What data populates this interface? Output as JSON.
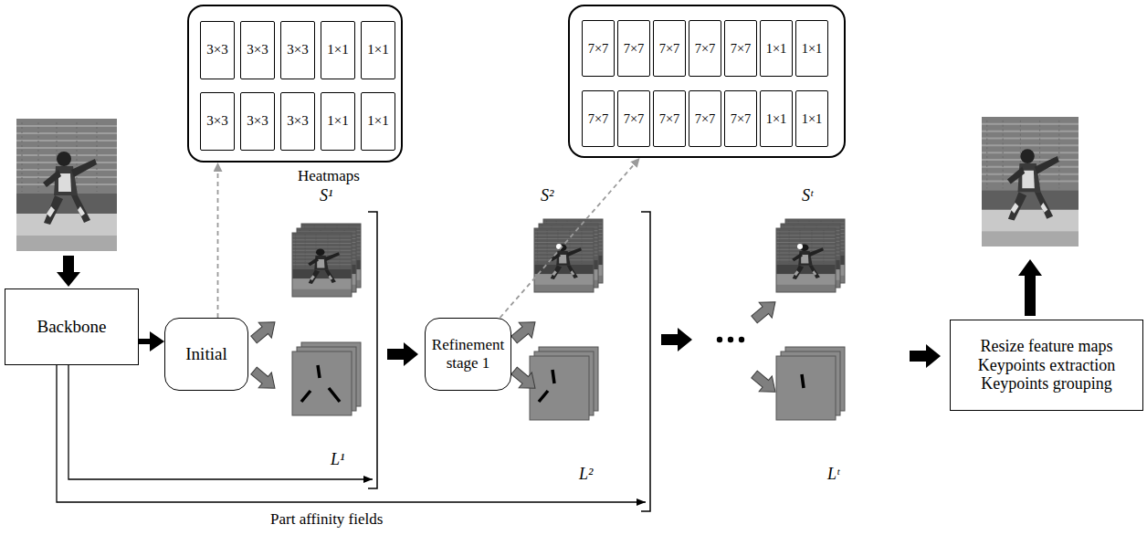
{
  "diagram": {
    "nodes": [
      {
        "text": []
      },
      {
        "text": [
          "3×3"
        ],
        "in": 0
      },
      {
        "text": [
          "3×3"
        ],
        "in": 0
      },
      {
        "text": [
          "3×3"
        ],
        "in": 0
      },
      {
        "text": [
          "1×1"
        ],
        "in": 0
      },
      {
        "text": [
          "1×1"
        ],
        "in": 0
      },
      {
        "text": [
          "3×3"
        ],
        "in": 0
      },
      {
        "text": [
          "3×3"
        ],
        "in": 0
      },
      {
        "text": [
          "3×3"
        ],
        "in": 0
      },
      {
        "text": [
          "1×1"
        ],
        "in": 0
      },
      {
        "text": [
          "1×1"
        ],
        "in": 0
      },
      {
        "text": []
      },
      {
        "text": [
          "7×7"
        ],
        "in": 11
      },
      {
        "text": [
          "7×7"
        ],
        "in": 11
      },
      {
        "text": [
          "7×7"
        ],
        "in": 11
      },
      {
        "text": [
          "7×7"
        ],
        "in": 11
      },
      {
        "text": [
          "7×7"
        ],
        "in": 11
      },
      {
        "text": [
          "1×1"
        ],
        "in": 11
      },
      {
        "text": [
          "1×1"
        ],
        "in": 11
      },
      {
        "text": [
          "7×7"
        ],
        "in": 11
      },
      {
        "text": [
          "7×7"
        ],
        "in": 11
      },
      {
        "text": [
          "7×7"
        ],
        "in": 11
      },
      {
        "text": [
          "7×7"
        ],
        "in": 11
      },
      {
        "text": [
          "7×7"
        ],
        "in": 11
      },
      {
        "text": [
          "1×1"
        ],
        "in": 11
      },
      {
        "text": [
          "1×1"
        ],
        "in": 11
      },
      {
        "text": [
          "Backbone"
        ]
      },
      {
        "text": [
          "Initial"
        ]
      },
      {
        "text": [
          "Refinement stage 1"
        ]
      },
      {
        "text": [
          "Resize feature maps",
          "Keypoints extraction",
          "Keypoints grouping"
        ]
      }
    ],
    "edges": [
      {
        "from": 26,
        "to": 27,
        "arrow": "to"
      },
      {
        "from": 27,
        "to": 0,
        "arrow": "to"
      },
      {
        "from": 28,
        "to": 11,
        "arrow": "to"
      }
    ],
    "labels": [
      "Heatmaps",
      "S¹",
      "S²",
      "Sᵗ",
      "L¹",
      "L²",
      "Lᵗ",
      "Part affinity fields"
    ]
  }
}
